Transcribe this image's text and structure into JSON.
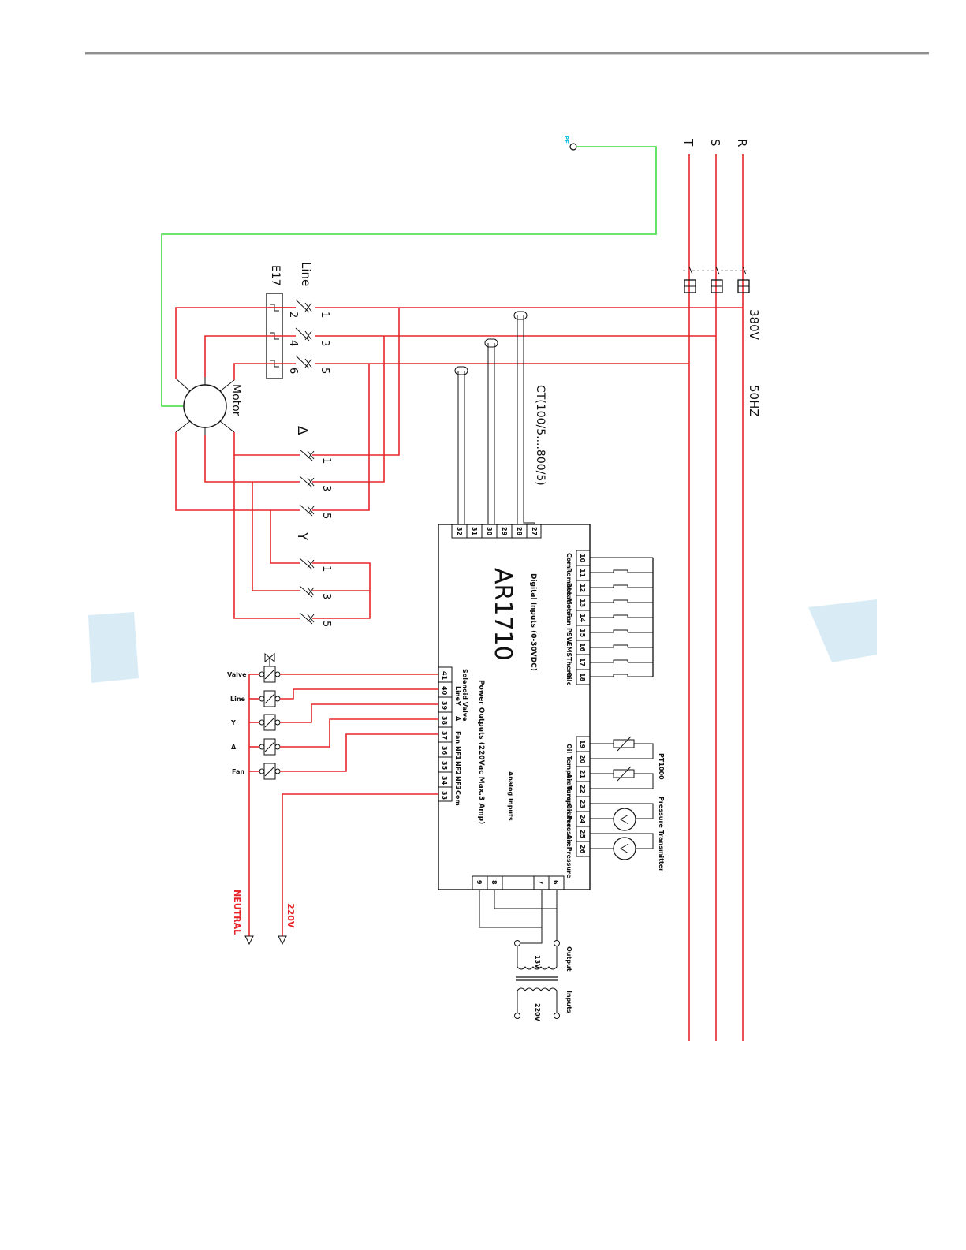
{
  "phases": [
    "T",
    "S",
    "R"
  ],
  "pe_label": "PE",
  "supply": {
    "voltage": "380V",
    "frequency": "50HZ"
  },
  "contactors": {
    "line": {
      "label": "Line",
      "terminals": [
        "1",
        "3",
        "5"
      ]
    },
    "delta": {
      "label": "Δ",
      "terminals": [
        "1",
        "3",
        "5"
      ]
    },
    "star": {
      "label": "Y",
      "terminals": [
        "1",
        "3",
        "5"
      ]
    }
  },
  "overload": {
    "label": "E17",
    "terminals": [
      "2",
      "4",
      "6"
    ]
  },
  "motor_label": "Motor",
  "ct_label": "CT(100/5....800/5)",
  "controller": {
    "model": "AR1710",
    "digital_inputs_title": "Digital Inputs (0-30VDC)",
    "power_outputs_title": "Power Outputs (220Vac Max.3 Amp)",
    "analog_inputs_title": "Analog Inputs",
    "ct_terminals": [
      "32",
      "31",
      "30",
      "29",
      "28",
      "27"
    ],
    "digital_inputs": [
      {
        "terminal": "10",
        "name": "Com"
      },
      {
        "terminal": "11",
        "name": "Remote"
      },
      {
        "terminal": "12",
        "name": "Rotation"
      },
      {
        "terminal": "13",
        "name": "Motor"
      },
      {
        "terminal": "14",
        "name": "Fan"
      },
      {
        "terminal": "15",
        "name": "PSW"
      },
      {
        "terminal": "16",
        "name": "EMS"
      },
      {
        "terminal": "17",
        "name": "Thermic"
      },
      {
        "terminal": "18",
        "name": "Oil"
      }
    ],
    "power_outputs": [
      {
        "terminal": "41",
        "name": "Solenoid Valve"
      },
      {
        "terminal": "40",
        "name": "Line"
      },
      {
        "terminal": "39",
        "name": "Y"
      },
      {
        "terminal": "38",
        "name": "Δ"
      },
      {
        "terminal": "37",
        "name": "Fan"
      },
      {
        "terminal": "36",
        "name": "NF1"
      },
      {
        "terminal": "35",
        "name": "NF2"
      },
      {
        "terminal": "34",
        "name": "NF3"
      },
      {
        "terminal": "33",
        "name": "Com"
      }
    ],
    "analog_inputs": [
      {
        "terminals": [
          "19",
          "20"
        ],
        "name": "Oil Temperature"
      },
      {
        "terminals": [
          "21",
          "22"
        ],
        "name": "Air Temperature"
      },
      {
        "terminals": [
          "23",
          "24"
        ],
        "name": "Oil Pressure"
      },
      {
        "terminals": [
          "25",
          "26"
        ],
        "name": "Air Pressure"
      }
    ],
    "power_terminals": [
      "9",
      "8",
      "7",
      "6"
    ]
  },
  "sensor_labels": {
    "pt1000": "PT1000",
    "transmitter": "Pressure Transmitter"
  },
  "coils": [
    "Valve",
    "Line",
    "Y",
    "Δ",
    "Fan"
  ],
  "rails": {
    "neutral": "NEUTRAL",
    "live": "220V"
  },
  "transformer": {
    "secondary": "13V",
    "primary": "220V",
    "output_label": "Output",
    "input_label": "Inputs"
  },
  "colors": {
    "power": "#e8262a",
    "earth": "#3ddc3d",
    "pe_text": "#19c3e6",
    "watermark": "#b9dcef"
  }
}
